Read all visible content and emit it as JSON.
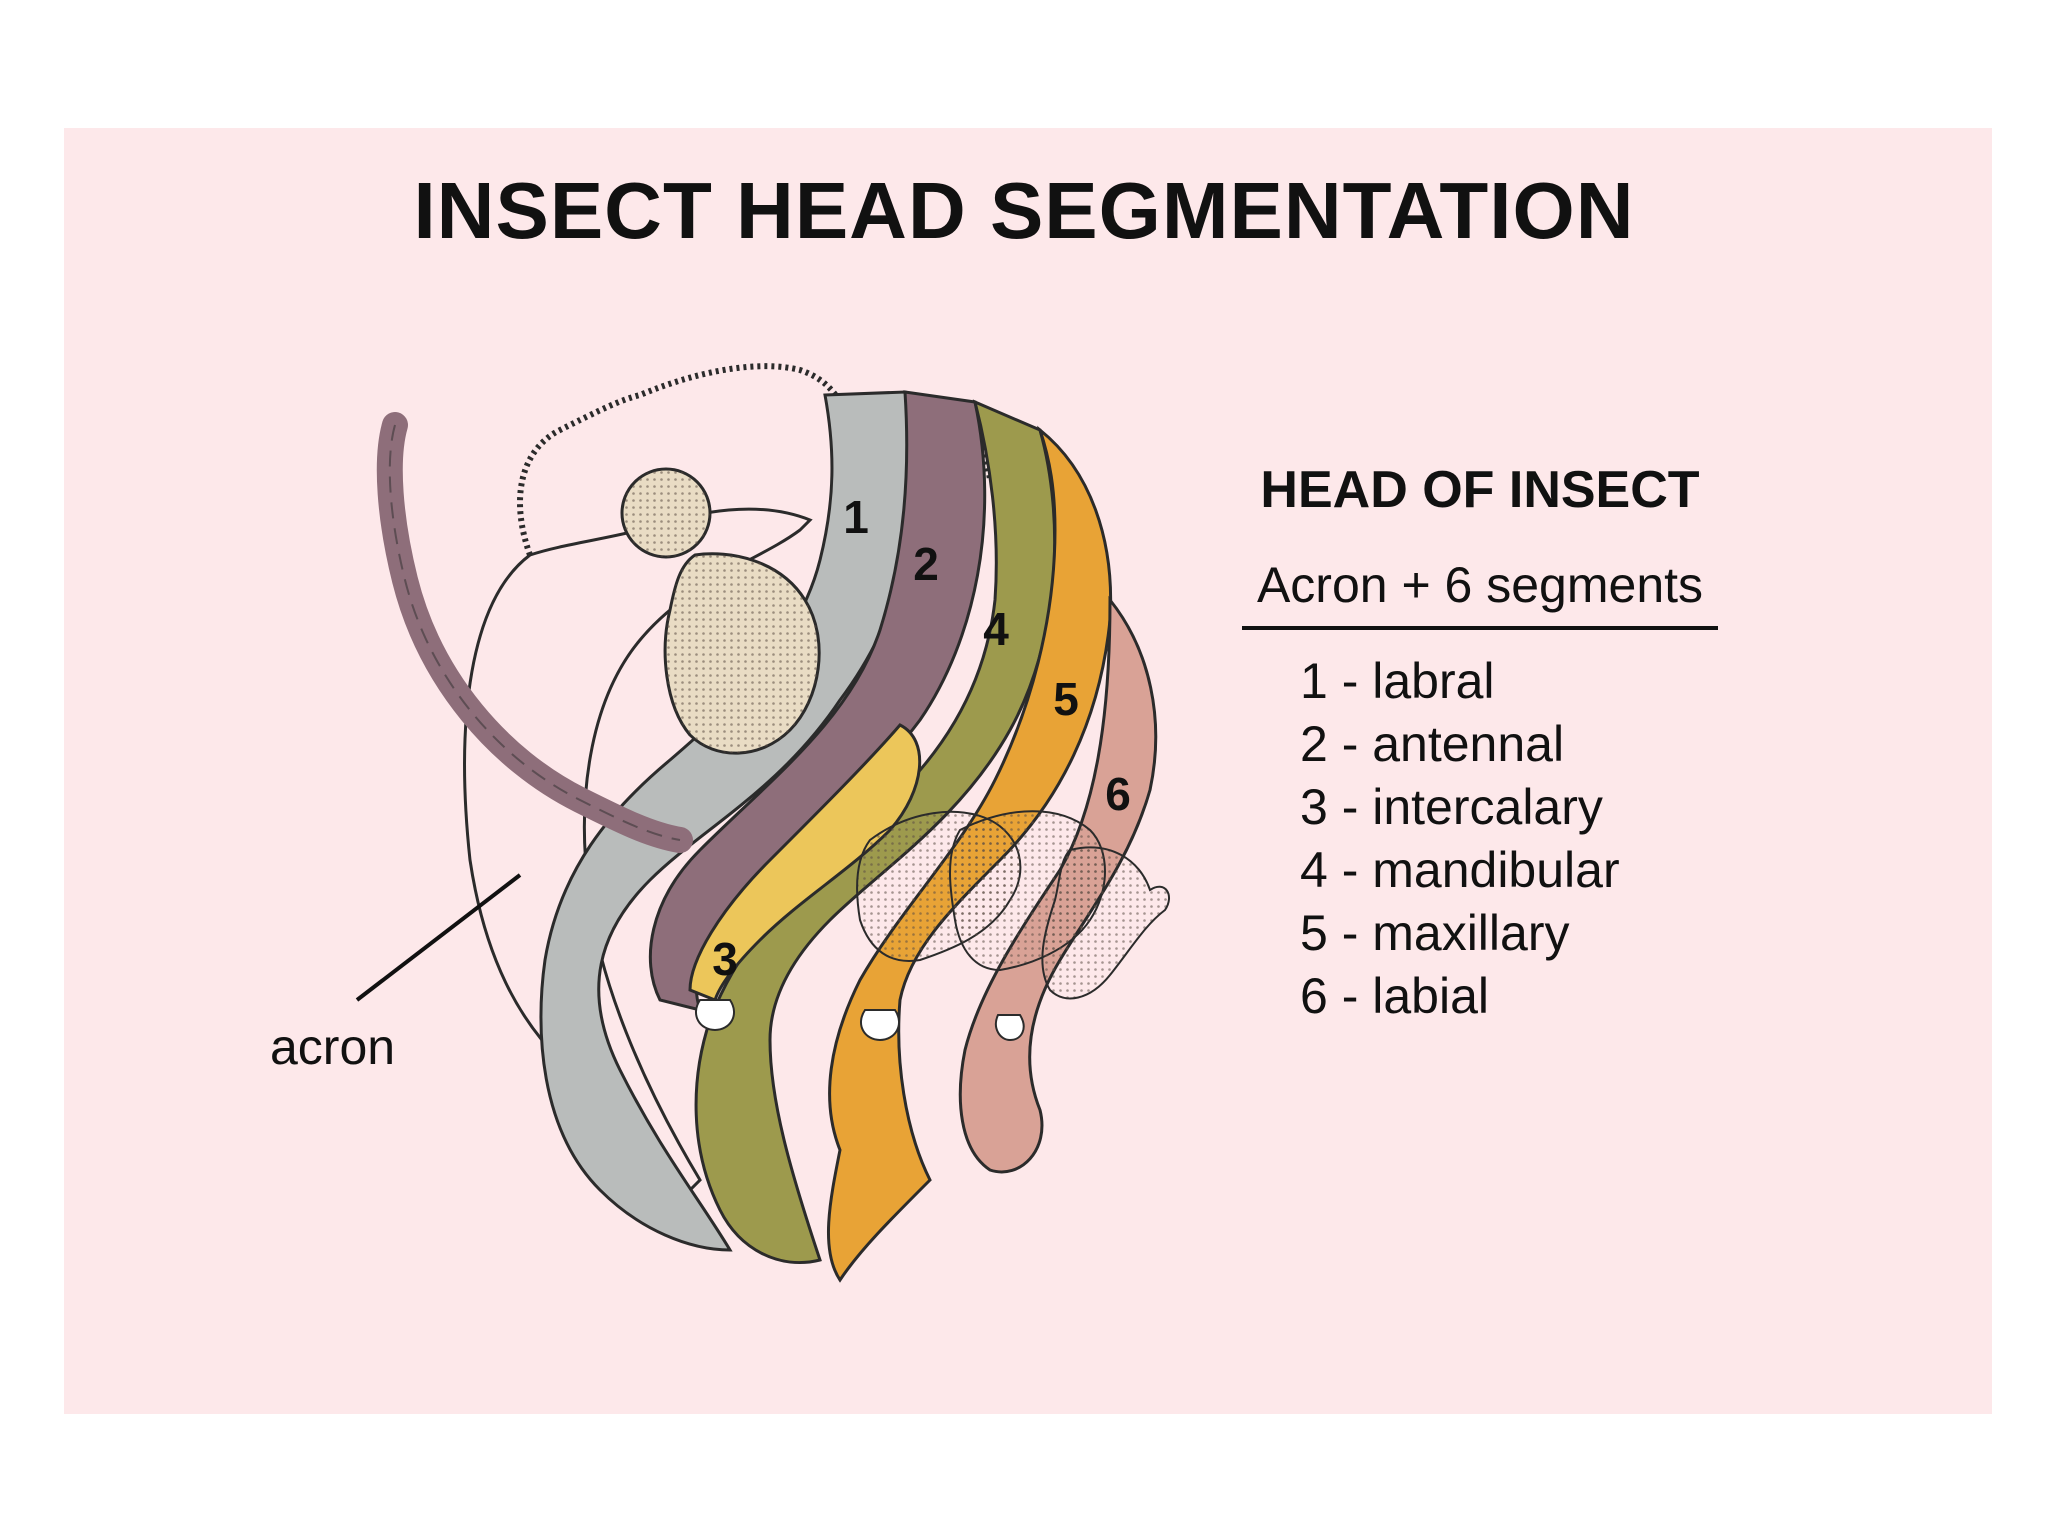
{
  "title": "INSECT HEAD SEGMENTATION",
  "legend": {
    "title": "HEAD OF INSECT",
    "subtitle": "Acron + 6 segments",
    "items": [
      "1 - labral",
      "2 - antennal",
      "3 - intercalary",
      "4 - mandibular",
      "5 - maxillary",
      "6 - labial"
    ]
  },
  "diagram": {
    "acron_label": "acron",
    "segment_numbers": [
      "1",
      "2",
      "3",
      "4",
      "5",
      "6"
    ]
  },
  "colors": {
    "background": "#fde8ea",
    "labral": "#b9bcbb",
    "antennal": "#8e6e7a",
    "intercalary": "#ecc65a",
    "mandibular": "#9d9a4d",
    "maxillary": "#e8a336",
    "labial": "#d9a296",
    "eye": "#e9dcc4",
    "outline": "#2b2b2b"
  }
}
